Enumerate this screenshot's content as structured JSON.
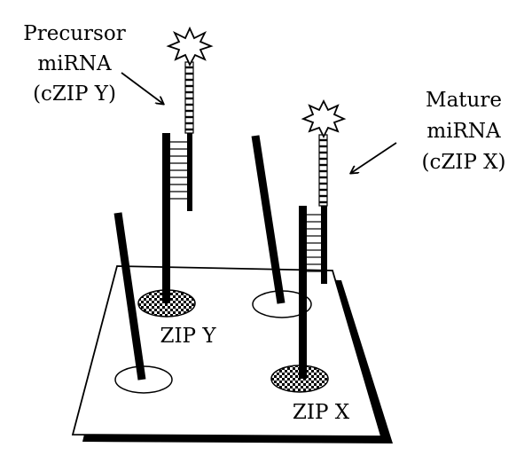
{
  "labels": {
    "precursor_line1": "Precursor",
    "precursor_line2": "miRNA",
    "precursor_line3": "(cZIP Y)",
    "mature_line1": "Mature",
    "mature_line2": "miRNA",
    "mature_line3": "(cZIP X)",
    "zip_y": "ZIP Y",
    "zip_x": "ZIP X"
  },
  "colors": {
    "ink": "#000000",
    "background": "#ffffff"
  }
}
